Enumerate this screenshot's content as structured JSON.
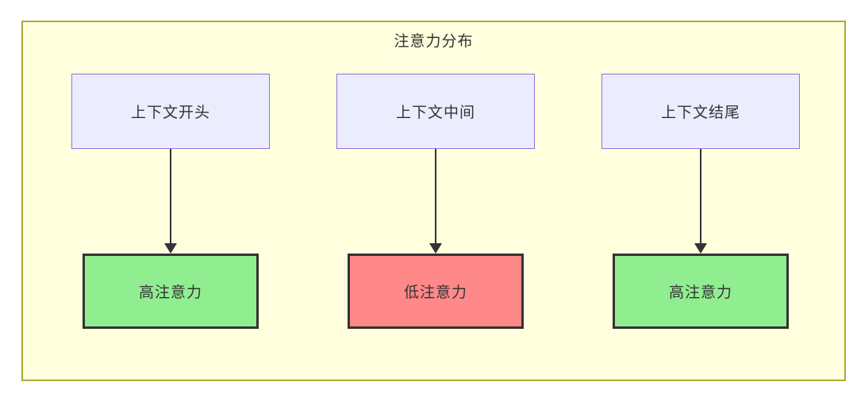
{
  "diagram": {
    "title": "注意力分布",
    "columns": [
      {
        "source": "上下文开头",
        "target": "高注意力",
        "target_type": "high"
      },
      {
        "source": "上下文中间",
        "target": "低注意力",
        "target_type": "low"
      },
      {
        "source": "上下文结尾",
        "target": "高注意力",
        "target_type": "high"
      }
    ],
    "colors": {
      "frame_bg": "#ffffde",
      "frame_border": "#aaaa33",
      "node_bg": "#ececff",
      "node_border": "#9370db",
      "high_bg": "#90ee90",
      "low_bg": "#ff8888",
      "emphasis_border": "#333333",
      "edge": "#333333",
      "text": "#333333"
    }
  }
}
